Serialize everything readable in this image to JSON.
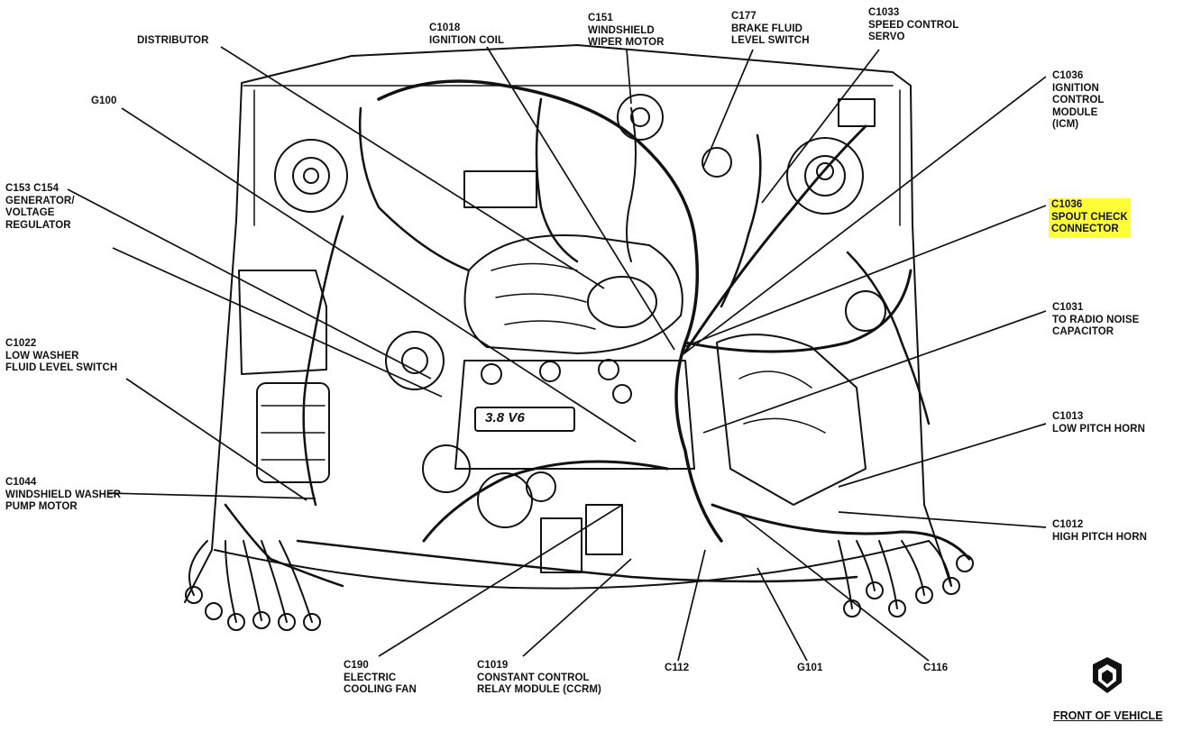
{
  "accent_colors": {
    "highlight": "#ffff38",
    "ink": "#111111"
  },
  "labels": {
    "distributor": "DISTRIBUTOR",
    "c1018": "C1018\nIGNITION COIL",
    "c151": "C151\nWINDSHIELD\nWIPER MOTOR",
    "c177": "C177\nBRAKE FLUID\nLEVEL SWITCH",
    "c1033": "C1033\nSPEED CONTROL\nSERVO",
    "c1036_icm": "C1036\nIGNITION\nCONTROL\nMODULE\n(ICM)",
    "g100": "G100",
    "c153": "C153 C154\nGENERATOR/\nVOLTAGE\nREGULATOR",
    "c1036_spout": "C1036\nSPOUT CHECK\nCONNECTOR",
    "c1031": "C1031\nTO RADIO NOISE\nCAPACITOR",
    "c1022": "C1022\nLOW WASHER\nFLUID LEVEL SWITCH",
    "c1013": "C1013\nLOW PITCH HORN",
    "c1044": "C1044\nWINDSHIELD WASHER\nPUMP MOTOR",
    "c1012": "C1012\nHIGH PITCH HORN",
    "c190": "C190\nELECTRIC\nCOOLING FAN",
    "c1019": "C1019\nCONSTANT CONTROL\nRELAY MODULE (CCRM)",
    "c112": "C112",
    "g101": "G101",
    "c116": "C116"
  },
  "engine_badge": "3.8 V6",
  "front_of_vehicle": "FRONT OF VEHICLE",
  "icons": {
    "direction_arrow": "front-direction-arrow-icon"
  }
}
